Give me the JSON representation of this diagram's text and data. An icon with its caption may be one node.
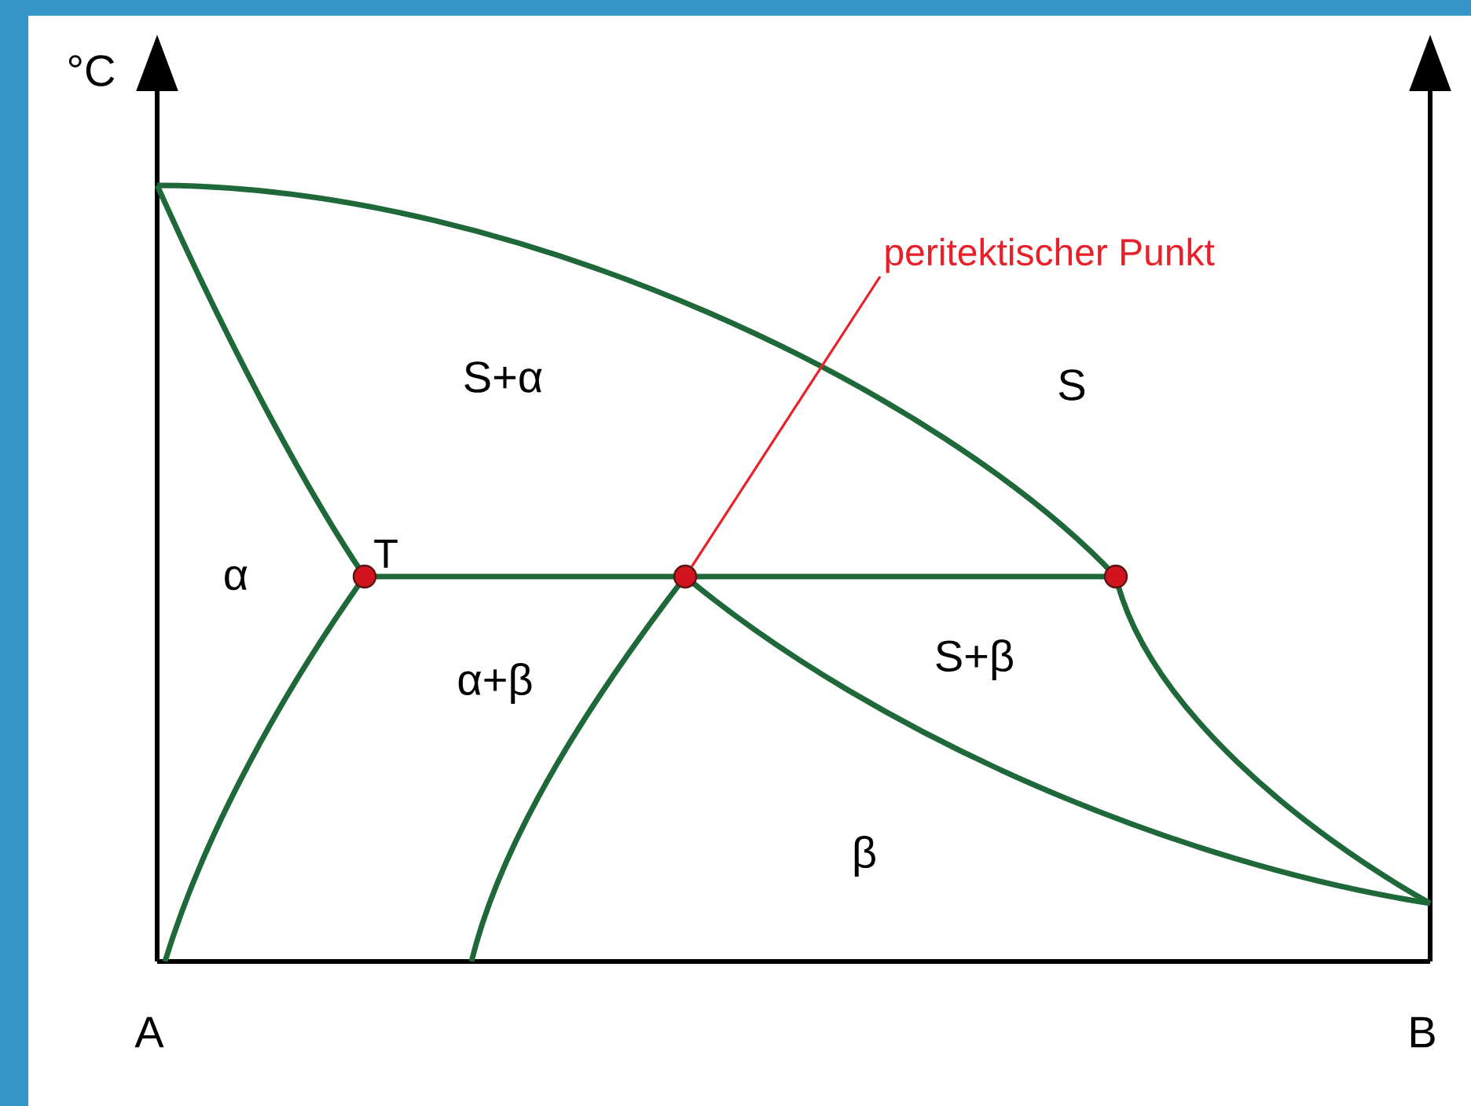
{
  "diagram": {
    "nodes": [
      {
        "text": [
          "peritektischer Punkt"
        ]
      },
      {
        "text": [],
        "shape": "circle",
        "beside": [
          "T"
        ]
      },
      {
        "text": [],
        "shape": "circle"
      },
      {
        "text": [],
        "shape": "circle"
      }
    ],
    "edges": [
      {
        "from": 0,
        "to": 2,
        "arrow": "none",
        "color": "#e8202a"
      }
    ],
    "labels": [
      "°C",
      "S+α",
      "S",
      "α",
      "α+β",
      "S+β",
      "β",
      "A",
      "B"
    ]
  }
}
